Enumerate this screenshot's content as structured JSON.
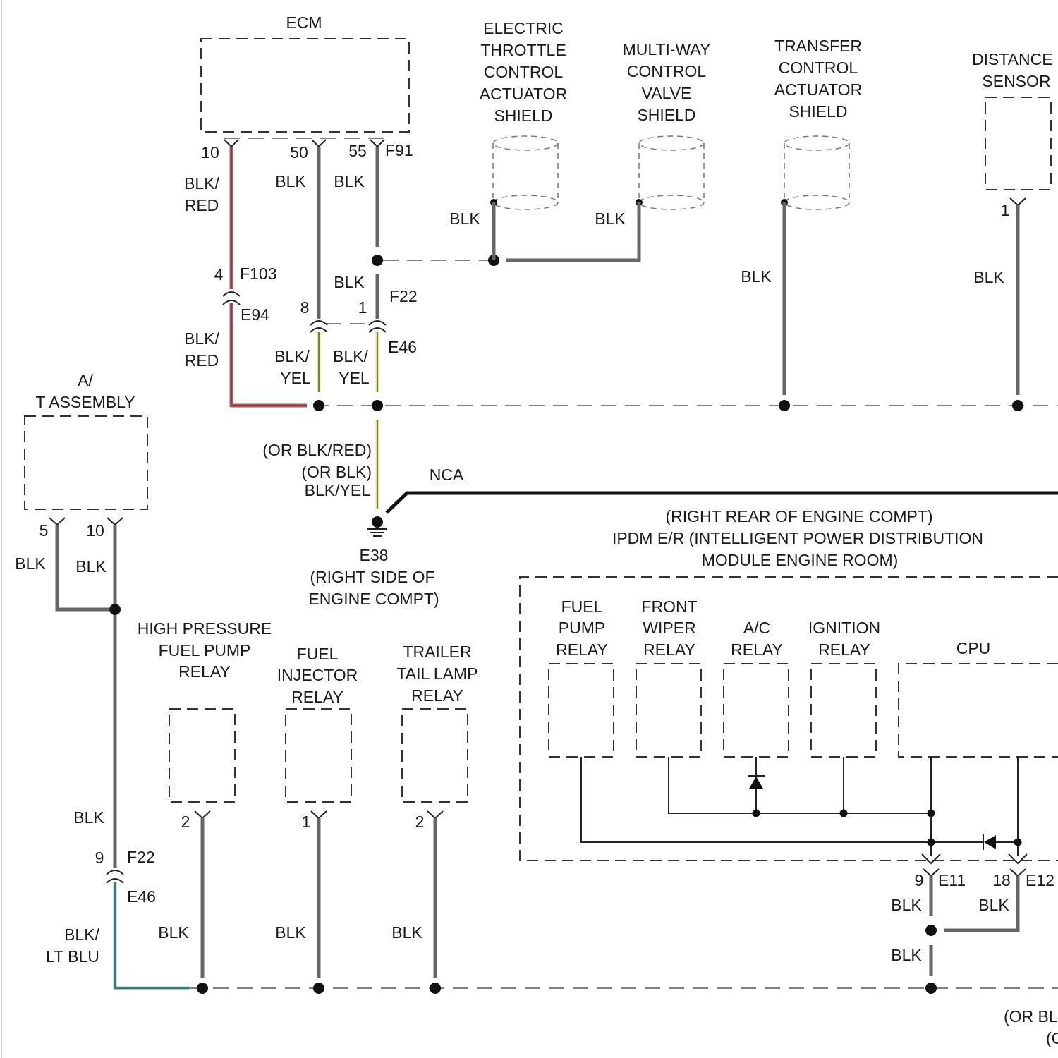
{
  "components": {
    "ecm": "ECM",
    "throttle_shield": [
      "ELECTRIC",
      "THROTTLE",
      "CONTROL",
      "ACTUATOR",
      "SHIELD"
    ],
    "multiway_shield": [
      "MULTI-WAY",
      "CONTROL",
      "VALVE",
      "SHIELD"
    ],
    "transfer_shield": [
      "TRANSFER",
      "CONTROL",
      "ACTUATOR",
      "SHIELD"
    ],
    "distance_sensor": [
      "DISTANCE",
      "SENSOR"
    ],
    "at_assembly": [
      "A/",
      "T ASSEMBLY"
    ],
    "hp_fuel_pump_relay": [
      "HIGH PRESSURE",
      "FUEL PUMP",
      "RELAY"
    ],
    "fuel_injector_relay": [
      "FUEL",
      "INJECTOR",
      "RELAY"
    ],
    "trailer_tail_lamp_relay": [
      "TRAILER",
      "TAIL LAMP",
      "RELAY"
    ],
    "ipdm_title": [
      "(RIGHT REAR OF ENGINE COMPT)",
      "IPDM E/R (INTELLIGENT POWER DISTRIBUTION",
      "MODULE ENGINE ROOM)"
    ],
    "ipdm_fuel_pump_relay": [
      "FUEL",
      "PUMP",
      "RELAY"
    ],
    "ipdm_front_wiper_relay": [
      "FRONT",
      "WIPER",
      "RELAY"
    ],
    "ipdm_ac_relay": [
      "A/C",
      "RELAY"
    ],
    "ipdm_ignition_relay": [
      "IGNITION",
      "RELAY"
    ],
    "ipdm_cpu": "CPU"
  },
  "pins": {
    "ecm_10": "10",
    "ecm_50": "50",
    "ecm_55": "55",
    "e94_4": "4",
    "e46_8": "8",
    "e46_1": "1",
    "distance_1": "1",
    "at_5": "5",
    "at_10": "10",
    "e46_9": "9",
    "hp_2": "2",
    "inj_1": "1",
    "trl_2": "2",
    "e11_9": "9",
    "e12_18": "18"
  },
  "connectors": {
    "f91": "F91",
    "f103": "F103",
    "e94": "E94",
    "f22": "F22",
    "e46": "E46",
    "f22_b": "F22",
    "e46_b": "E46",
    "e11": "E11",
    "e12": "E12"
  },
  "wire_colors": {
    "ecm10_top": [
      "BLK/",
      "RED"
    ],
    "ecm10_bottom": [
      "BLK/",
      "RED"
    ],
    "ecm50": "BLK",
    "ecm55": "BLK",
    "throttle": "BLK",
    "multiway": "BLK",
    "f22_wire": "BLK",
    "e46_8_wire": [
      "BLK/",
      "YEL"
    ],
    "e46_1_wire": [
      "BLK/",
      "YEL"
    ],
    "transfer": "BLK",
    "distance": "BLK",
    "at5": "BLK",
    "at10": "BLK",
    "at_down": "BLK",
    "e46_9_wire": [
      "BLK/",
      "LT BLU"
    ],
    "hp": "BLK",
    "inj": "BLK",
    "trl": "BLK",
    "e11_wire": "BLK",
    "e12_wire": "BLK",
    "e11_down": "BLK"
  },
  "ground": {
    "alt_colors": [
      "(OR BLK/RED)",
      "(OR BLK)",
      "BLK/YEL"
    ],
    "nca": "NCA",
    "id": "E38",
    "location": [
      "(RIGHT SIDE OF",
      "ENGINE COMPT)"
    ]
  },
  "edge_labels": {
    "bottom_right_1": "(OR BL",
    "bottom_right_2": "(C"
  },
  "colors": {
    "blk_wire": "#666666",
    "red_stripe": "#c0504d",
    "yel_stripe": "#e6e87a",
    "lt_blu_stripe": "#7dd3d6"
  }
}
